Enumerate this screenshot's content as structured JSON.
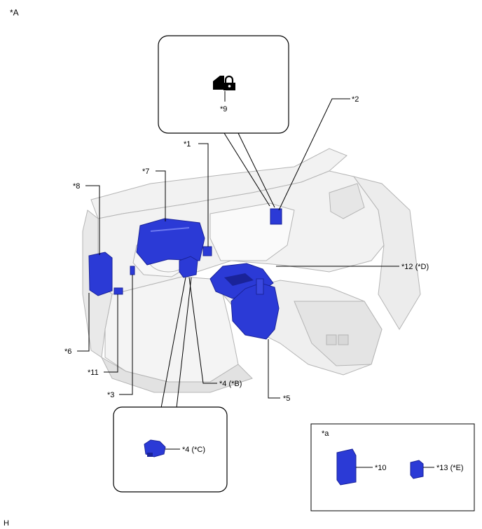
{
  "header": {
    "view_label": "*A"
  },
  "footer": {
    "code": "H"
  },
  "labels": {
    "l1": "*1",
    "l2": "*2",
    "l3": "*3",
    "l4b": "*4 (*B)",
    "l4c": "*4 (*C)",
    "l5": "*5",
    "l6": "*6",
    "l7": "*7",
    "l8": "*8",
    "l9": "*9",
    "l10": "*10",
    "l11": "*11",
    "l12": "*12 (*D)",
    "l13": "*13 (*E)",
    "la": "*a"
  },
  "icons": {
    "lock": "door-lock-icon"
  },
  "colors": {
    "component": "#2b3ad6",
    "component_dark": "#1a2399",
    "interior_line": "#b9b9b9",
    "interior_fill": "#eeeeee"
  }
}
